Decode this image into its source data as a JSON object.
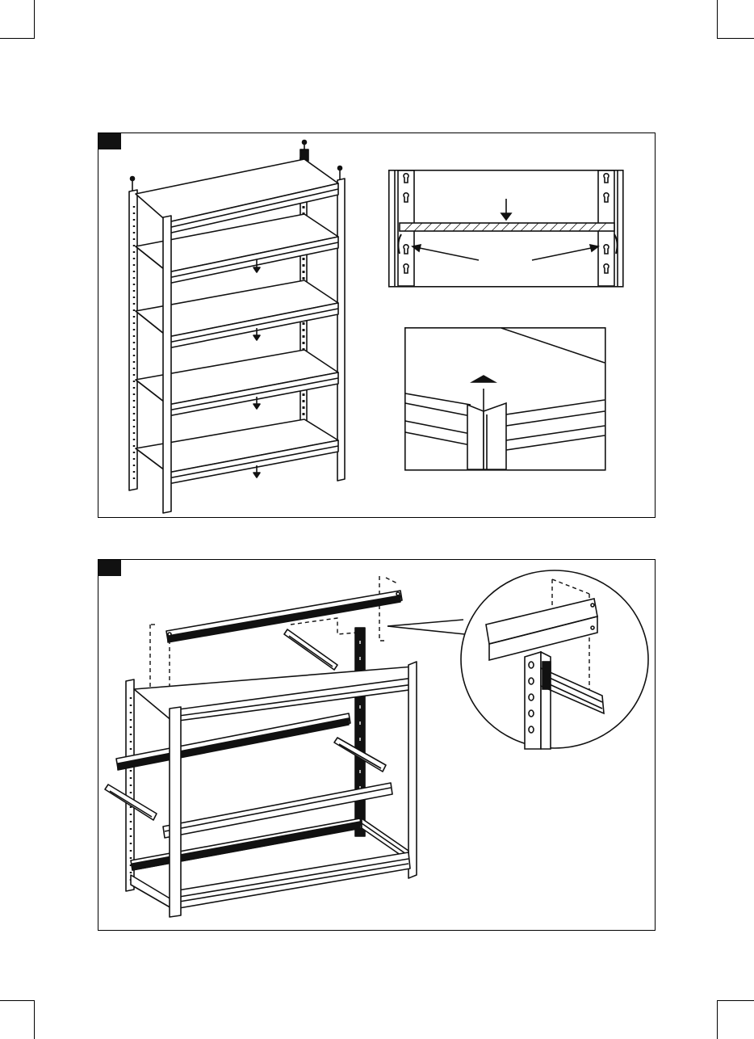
{
  "page": {
    "kind": "assembly-instructions",
    "background": "#ffffff",
    "ink": "#111111"
  },
  "panels": [
    {
      "id": "step-upper",
      "step_tab": "",
      "views": [
        "shelf-unit-overview",
        "shelf-board-detail",
        "corner-cap-detail"
      ]
    },
    {
      "id": "step-lower",
      "step_tab": "",
      "views": [
        "beam-attachment-overview",
        "beam-clip-zoom"
      ]
    }
  ]
}
